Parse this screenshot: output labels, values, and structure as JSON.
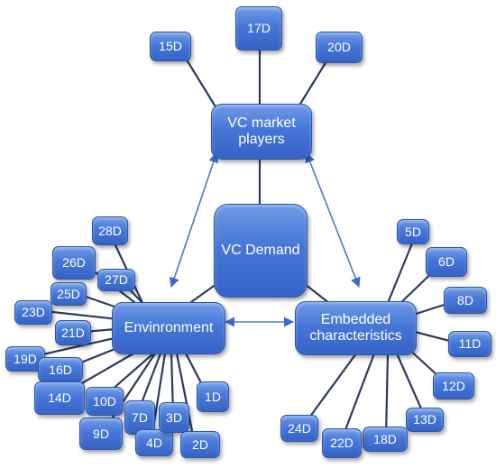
{
  "nodes": {
    "market": "VC market players",
    "demand": "VC Demand",
    "environment": "Envinronment",
    "embedded": "Embedded characteristics"
  },
  "factors": {
    "d15": "15D",
    "d17": "17D",
    "d20": "20D",
    "d28": "28D",
    "d26": "26D",
    "d27": "27D",
    "d25": "25D",
    "d23": "23D",
    "d21": "21D",
    "d19": "19D",
    "d16": "16D",
    "d14": "14D",
    "d10": "10D",
    "d9": "9D",
    "d7": "7D",
    "d4": "4D",
    "d3": "3D",
    "d2": "2D",
    "d1": "1D",
    "d5": "5D",
    "d6": "6D",
    "d8": "8D",
    "d11": "11D",
    "d12": "12D",
    "d13": "13D",
    "d18": "18D",
    "d22": "22D",
    "d24": "24D"
  }
}
